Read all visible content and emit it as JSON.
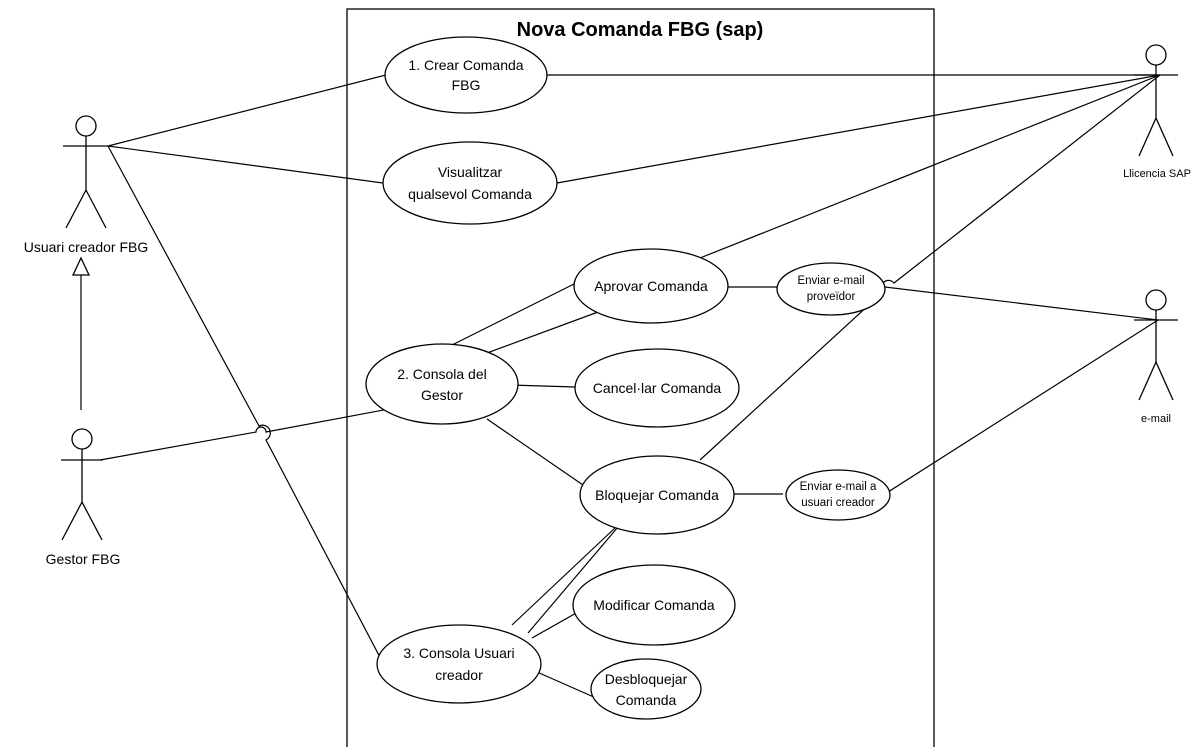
{
  "system": {
    "title": "Nova Comanda FBG (sap)"
  },
  "actors": {
    "creator": "Usuari creador FBG",
    "gestor": "Gestor FBG",
    "sap": "Llicencia SAP",
    "email": "e-mail"
  },
  "use_cases": {
    "crear": [
      "1. Crear Comanda",
      "FBG"
    ],
    "visualitzar": [
      "Visualitzar",
      "qualsevol Comanda"
    ],
    "aprovar": [
      "Aprovar Comanda"
    ],
    "enviar_proveidor": [
      "Enviar e-mail",
      "proveïdor"
    ],
    "consola_gestor": [
      "2. Consola del",
      "Gestor"
    ],
    "cancelar": [
      "Cancel·lar Comanda"
    ],
    "bloquejar": [
      "Bloquejar Comanda"
    ],
    "enviar_creador": [
      "Enviar e-mail a",
      "usuari creador"
    ],
    "modificar": [
      "Modificar Comanda"
    ],
    "consola_usuari": [
      "3. Consola Usuari",
      "creador"
    ],
    "desbloquejar": [
      "Desbloquejar",
      "Comanda"
    ]
  }
}
